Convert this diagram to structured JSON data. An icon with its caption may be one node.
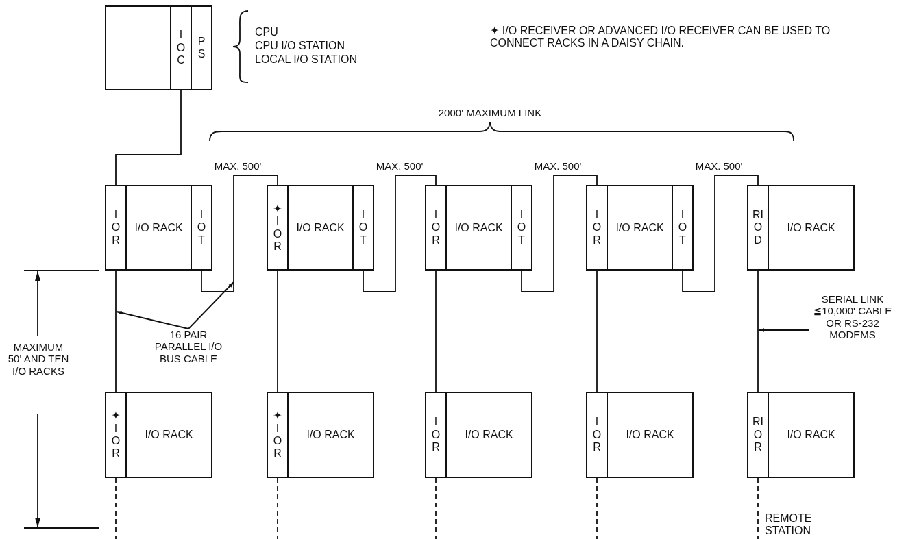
{
  "diagram": {
    "nodes": [
      {
        "text": [],
        "shape": "box",
        "beside": [
          "CPU",
          "CPU I/O STATION",
          "LOCAL I/O STATION"
        ]
      },
      {
        "text": [
          "IOC"
        ],
        "in": 0
      },
      {
        "text": [
          "PS"
        ],
        "in": 0
      },
      {
        "text": [
          "I/O RACK"
        ]
      },
      {
        "text": [
          "IOR"
        ],
        "in": 3
      },
      {
        "text": [
          "IOT"
        ],
        "in": 3
      },
      {
        "text": [
          "I/O RACK"
        ]
      },
      {
        "text": [
          "✦IOR"
        ],
        "in": 6
      },
      {
        "text": [
          "IOT"
        ],
        "in": 6
      },
      {
        "text": [
          "I/O RACK"
        ]
      },
      {
        "text": [
          "IOR"
        ],
        "in": 9
      },
      {
        "text": [
          "IOT"
        ],
        "in": 9
      },
      {
        "text": [
          "I/O RACK"
        ]
      },
      {
        "text": [
          "IOR"
        ],
        "in": 12
      },
      {
        "text": [
          "IOT"
        ],
        "in": 12
      },
      {
        "text": [
          "I/O RACK"
        ]
      },
      {
        "text": [
          "RIOD"
        ],
        "in": 15
      },
      {
        "text": [
          "I/O RACK"
        ]
      },
      {
        "text": [
          "✦IOR"
        ],
        "in": 17
      },
      {
        "text": [
          "I/O RACK"
        ]
      },
      {
        "text": [
          "✦IOR"
        ],
        "in": 19
      },
      {
        "text": [
          "I/O RACK"
        ]
      },
      {
        "text": [
          "IOR"
        ],
        "in": 21
      },
      {
        "text": [
          "I/O RACK"
        ]
      },
      {
        "text": [
          "IOR"
        ],
        "in": 23
      },
      {
        "text": [
          "I/O RACK"
        ],
        "beside": [
          "REMOTE STATION"
        ]
      },
      {
        "text": [
          "RIOR"
        ],
        "in": 25
      },
      {
        "text": [
          "16 PAIR PARALLEL I/O BUS CABLE"
        ]
      },
      {
        "text": [
          "SERIAL LINK ≦10,000' CABLE OR RS-232 MODEMS"
        ]
      }
    ],
    "edges": [
      {
        "from": 1,
        "to": 4,
        "arrow": "none"
      },
      {
        "from": 5,
        "to": 7,
        "arrow": "none",
        "label": "MAX. 500'"
      },
      {
        "from": 8,
        "to": 10,
        "arrow": "none",
        "label": "MAX. 500'"
      },
      {
        "from": 11,
        "to": 13,
        "arrow": "none",
        "label": "MAX. 500'"
      },
      {
        "from": 14,
        "to": 16,
        "arrow": "none",
        "label": "MAX. 500'"
      },
      {
        "from": 4,
        "to": 18,
        "arrow": "none"
      },
      {
        "from": 7,
        "to": 20,
        "arrow": "none"
      },
      {
        "from": 10,
        "to": 22,
        "arrow": "none"
      },
      {
        "from": 13,
        "to": 24,
        "arrow": "none"
      },
      {
        "from": 16,
        "to": 26,
        "arrow": "none"
      },
      {
        "from": 18,
        "to": null,
        "arrow": "none",
        "style": "dashed"
      },
      {
        "from": 20,
        "to": null,
        "arrow": "none",
        "style": "dashed"
      },
      {
        "from": 22,
        "to": null,
        "arrow": "none",
        "style": "dashed"
      },
      {
        "from": 24,
        "to": null,
        "arrow": "none",
        "style": "dashed"
      },
      {
        "from": 26,
        "to": null,
        "arrow": "none",
        "style": "dashed"
      },
      {
        "from": 27,
        "to": null,
        "arrow": "to"
      },
      {
        "from": 27,
        "to": null,
        "arrow": "to"
      },
      {
        "from": 28,
        "to": null,
        "arrow": "to"
      }
    ],
    "labels": [
      "✦ I/O RECEIVER OR ADVANCED I/O RECEIVER CAN BE USED TO CONNECT RACKS IN A DAISY CHAIN.",
      "2000' MAXIMUM LINK",
      "MAXIMUM 50' AND TEN I/O RACKS"
    ]
  }
}
